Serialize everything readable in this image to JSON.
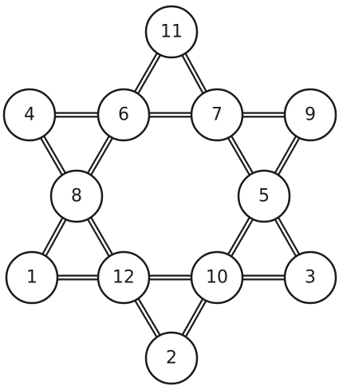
{
  "diagram": {
    "nodes": [
      {
        "id": "n11",
        "label": "11"
      },
      {
        "id": "n4",
        "label": "4"
      },
      {
        "id": "n6",
        "label": "6"
      },
      {
        "id": "n7",
        "label": "7"
      },
      {
        "id": "n9",
        "label": "9"
      },
      {
        "id": "n8",
        "label": "8"
      },
      {
        "id": "n5",
        "label": "5"
      },
      {
        "id": "n1",
        "label": "1"
      },
      {
        "id": "n12",
        "label": "12"
      },
      {
        "id": "n10",
        "label": "10"
      },
      {
        "id": "n3",
        "label": "3"
      },
      {
        "id": "n2",
        "label": "2"
      }
    ],
    "edges": [
      [
        "n11",
        "n6"
      ],
      [
        "n11",
        "n7"
      ],
      [
        "n4",
        "n6"
      ],
      [
        "n6",
        "n7"
      ],
      [
        "n7",
        "n9"
      ],
      [
        "n4",
        "n8"
      ],
      [
        "n6",
        "n8"
      ],
      [
        "n7",
        "n5"
      ],
      [
        "n9",
        "n5"
      ],
      [
        "n8",
        "n1"
      ],
      [
        "n8",
        "n12"
      ],
      [
        "n5",
        "n10"
      ],
      [
        "n5",
        "n3"
      ],
      [
        "n1",
        "n12"
      ],
      [
        "n12",
        "n10"
      ],
      [
        "n10",
        "n3"
      ],
      [
        "n12",
        "n2"
      ],
      [
        "n10",
        "n2"
      ]
    ]
  }
}
